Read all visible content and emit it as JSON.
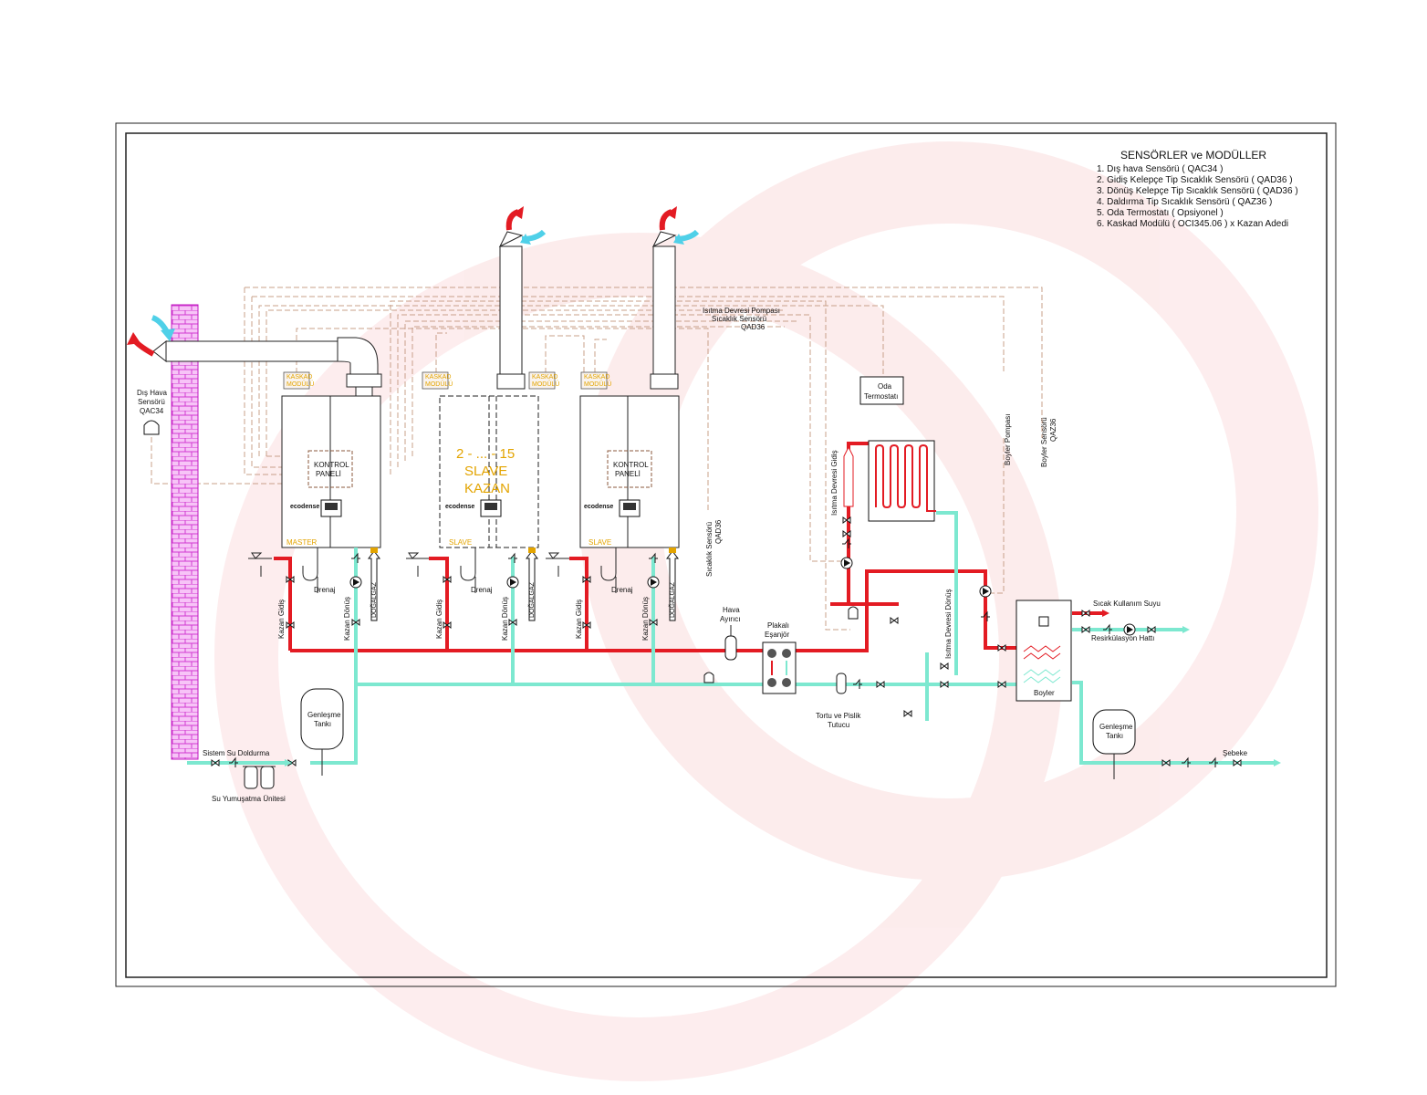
{
  "legend": {
    "title": "SENSÖRLER ve MODÜLLER",
    "items": [
      "1. Dış hava Sensörü ( QAC34 )",
      "2. Gidiş Kelepçe Tip Sıcaklık Sensörü ( QAD36 )",
      "3. Dönüş Kelepçe Tip Sıcaklık Sensörü ( QAD36 )",
      "4. Daldırma Tip Sıcaklık Sensörü ( QAZ36 )",
      "5. Oda Termostatı ( Opsiyonel )",
      "6. Kaskad Modülü ( OCI345.06 ) x Kazan Adedi"
    ]
  },
  "labels": {
    "outdoor_sensor": [
      "Dış Hava",
      "Sensörü",
      "QAC34"
    ],
    "kaskad": [
      "KASKAD",
      "MODÜLÜ"
    ],
    "kontrol": [
      "KONTROL",
      "PANELİ"
    ],
    "brand": "ecodense",
    "slave_center": [
      "2 - ... - 15",
      "SLAVE",
      "KAZAN"
    ],
    "master_tag": "MASTER",
    "slave_tag": "SLAVE",
    "drain": "Drenaj",
    "supply": "Kazan Gidiş",
    "return": "Kazan Dönüş",
    "dogalgaz": "DOĞALGAZ",
    "heating_pump_sensor": [
      "Isıtma Devresi Pompası",
      "Sıcaklık Sensörü",
      "QAD36"
    ],
    "room_thermostat": [
      "Oda",
      "Termostatı"
    ],
    "heating_supply": "Isıtma Devresi Gidiş",
    "heating_return": "Isıtma Devresi Dönüş",
    "boiler_pump": "Boyler Pompası",
    "boiler_sensor": [
      "Boyler Sensörü",
      "QAZ36"
    ],
    "temp_sensor": [
      "Sıcaklık Sensörü",
      "QAD36"
    ],
    "air_separator": [
      "Hava",
      "Ayırıcı"
    ],
    "plate_hx": [
      "Plakalı",
      "Eşanjör"
    ],
    "dirt_trap": [
      "Tortu ve Pislik",
      "Tutucu"
    ],
    "expansion_tank": [
      "Genleşme",
      "Tankı"
    ],
    "system_fill": "Sistem Su Doldurma",
    "softener": "Su Yumuşatma Ünitesi",
    "boyler": "Boyler",
    "dhw": "Sıcak Kullanım Suyu",
    "recirc": "Resirkülasyon Hattı",
    "mains": "Şebeke"
  },
  "colors": {
    "hot_pipe": "#e31b23",
    "cold_pipe": "#7de8d0",
    "signal": "#c9a08a",
    "chimney": "#e05be0",
    "accent": "#e3a400"
  }
}
